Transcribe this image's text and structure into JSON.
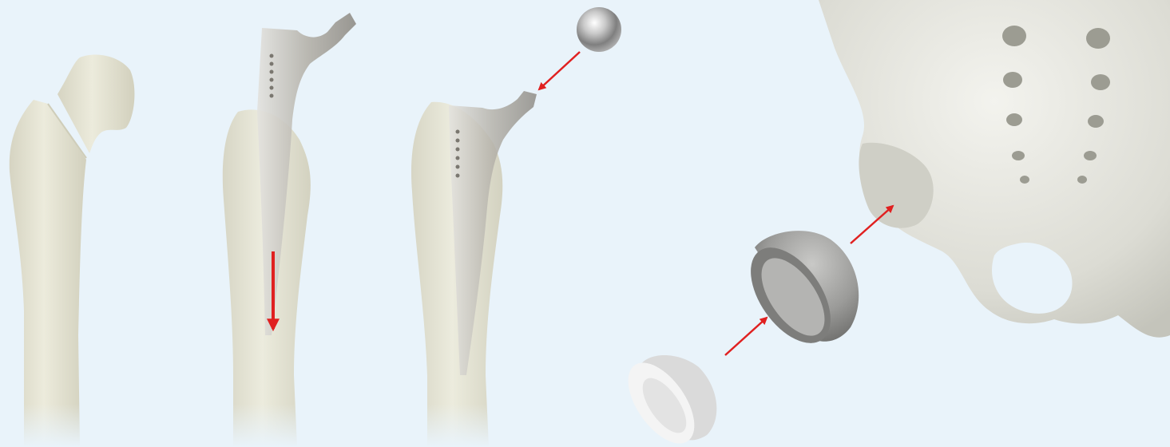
{
  "scene": {
    "background": "#e9f3fa",
    "description_text": ""
  },
  "colors": {
    "bone": "#e7e6d6",
    "bone_shadow": "#cfcdb9",
    "metal": "#b9b6ae",
    "metal_dark": "#8f8c86",
    "cup_shell": "#9a9a98",
    "liner": "#f1f1f1",
    "arrow": "#e02020",
    "background": "#e9f3fa"
  },
  "steps": [
    {
      "id": "femur-cut",
      "parts": [
        "femur-shaft",
        "femoral-head-resected"
      ]
    },
    {
      "id": "stem-insertion",
      "parts": [
        "femur-shaft",
        "femoral-stem",
        "down-arrow"
      ]
    },
    {
      "id": "head-attachment",
      "parts": [
        "femur-shaft",
        "femoral-stem-seated",
        "metal-ball-head",
        "arrow"
      ]
    },
    {
      "id": "acetabular-assembly",
      "parts": [
        "polyethylene-liner",
        "acetabular-cup",
        "pelvis",
        "arrow",
        "arrow"
      ]
    }
  ]
}
